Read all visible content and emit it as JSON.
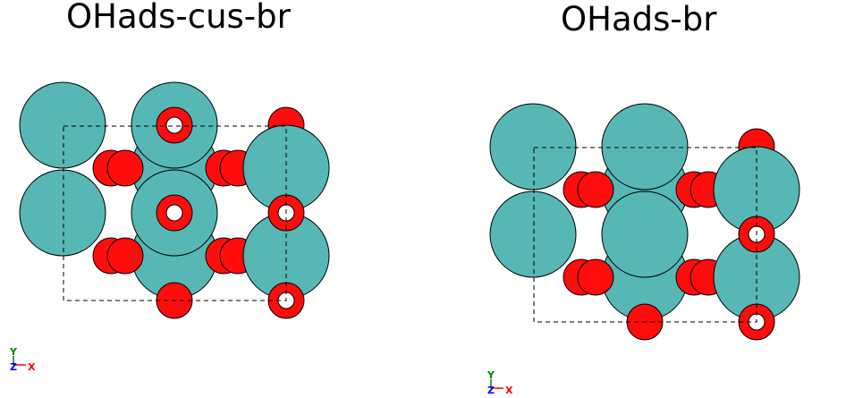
{
  "panels": [
    {
      "id": "left",
      "title": "OHads-cus-br"
    },
    {
      "id": "right",
      "title": "OHads-br"
    }
  ],
  "axes": {
    "y_label": "Y",
    "z_label": "Z",
    "x_label": "X",
    "y_color": "#008000",
    "z_color": "#0000ff",
    "x_color": "#ff0000"
  },
  "colors": {
    "metal_atom": "#56b7b4",
    "oxygen_atom": "#ff0d0d",
    "hydrogen_atom": "#ffffff",
    "outline": "#000000",
    "cell_line": "#000000"
  }
}
